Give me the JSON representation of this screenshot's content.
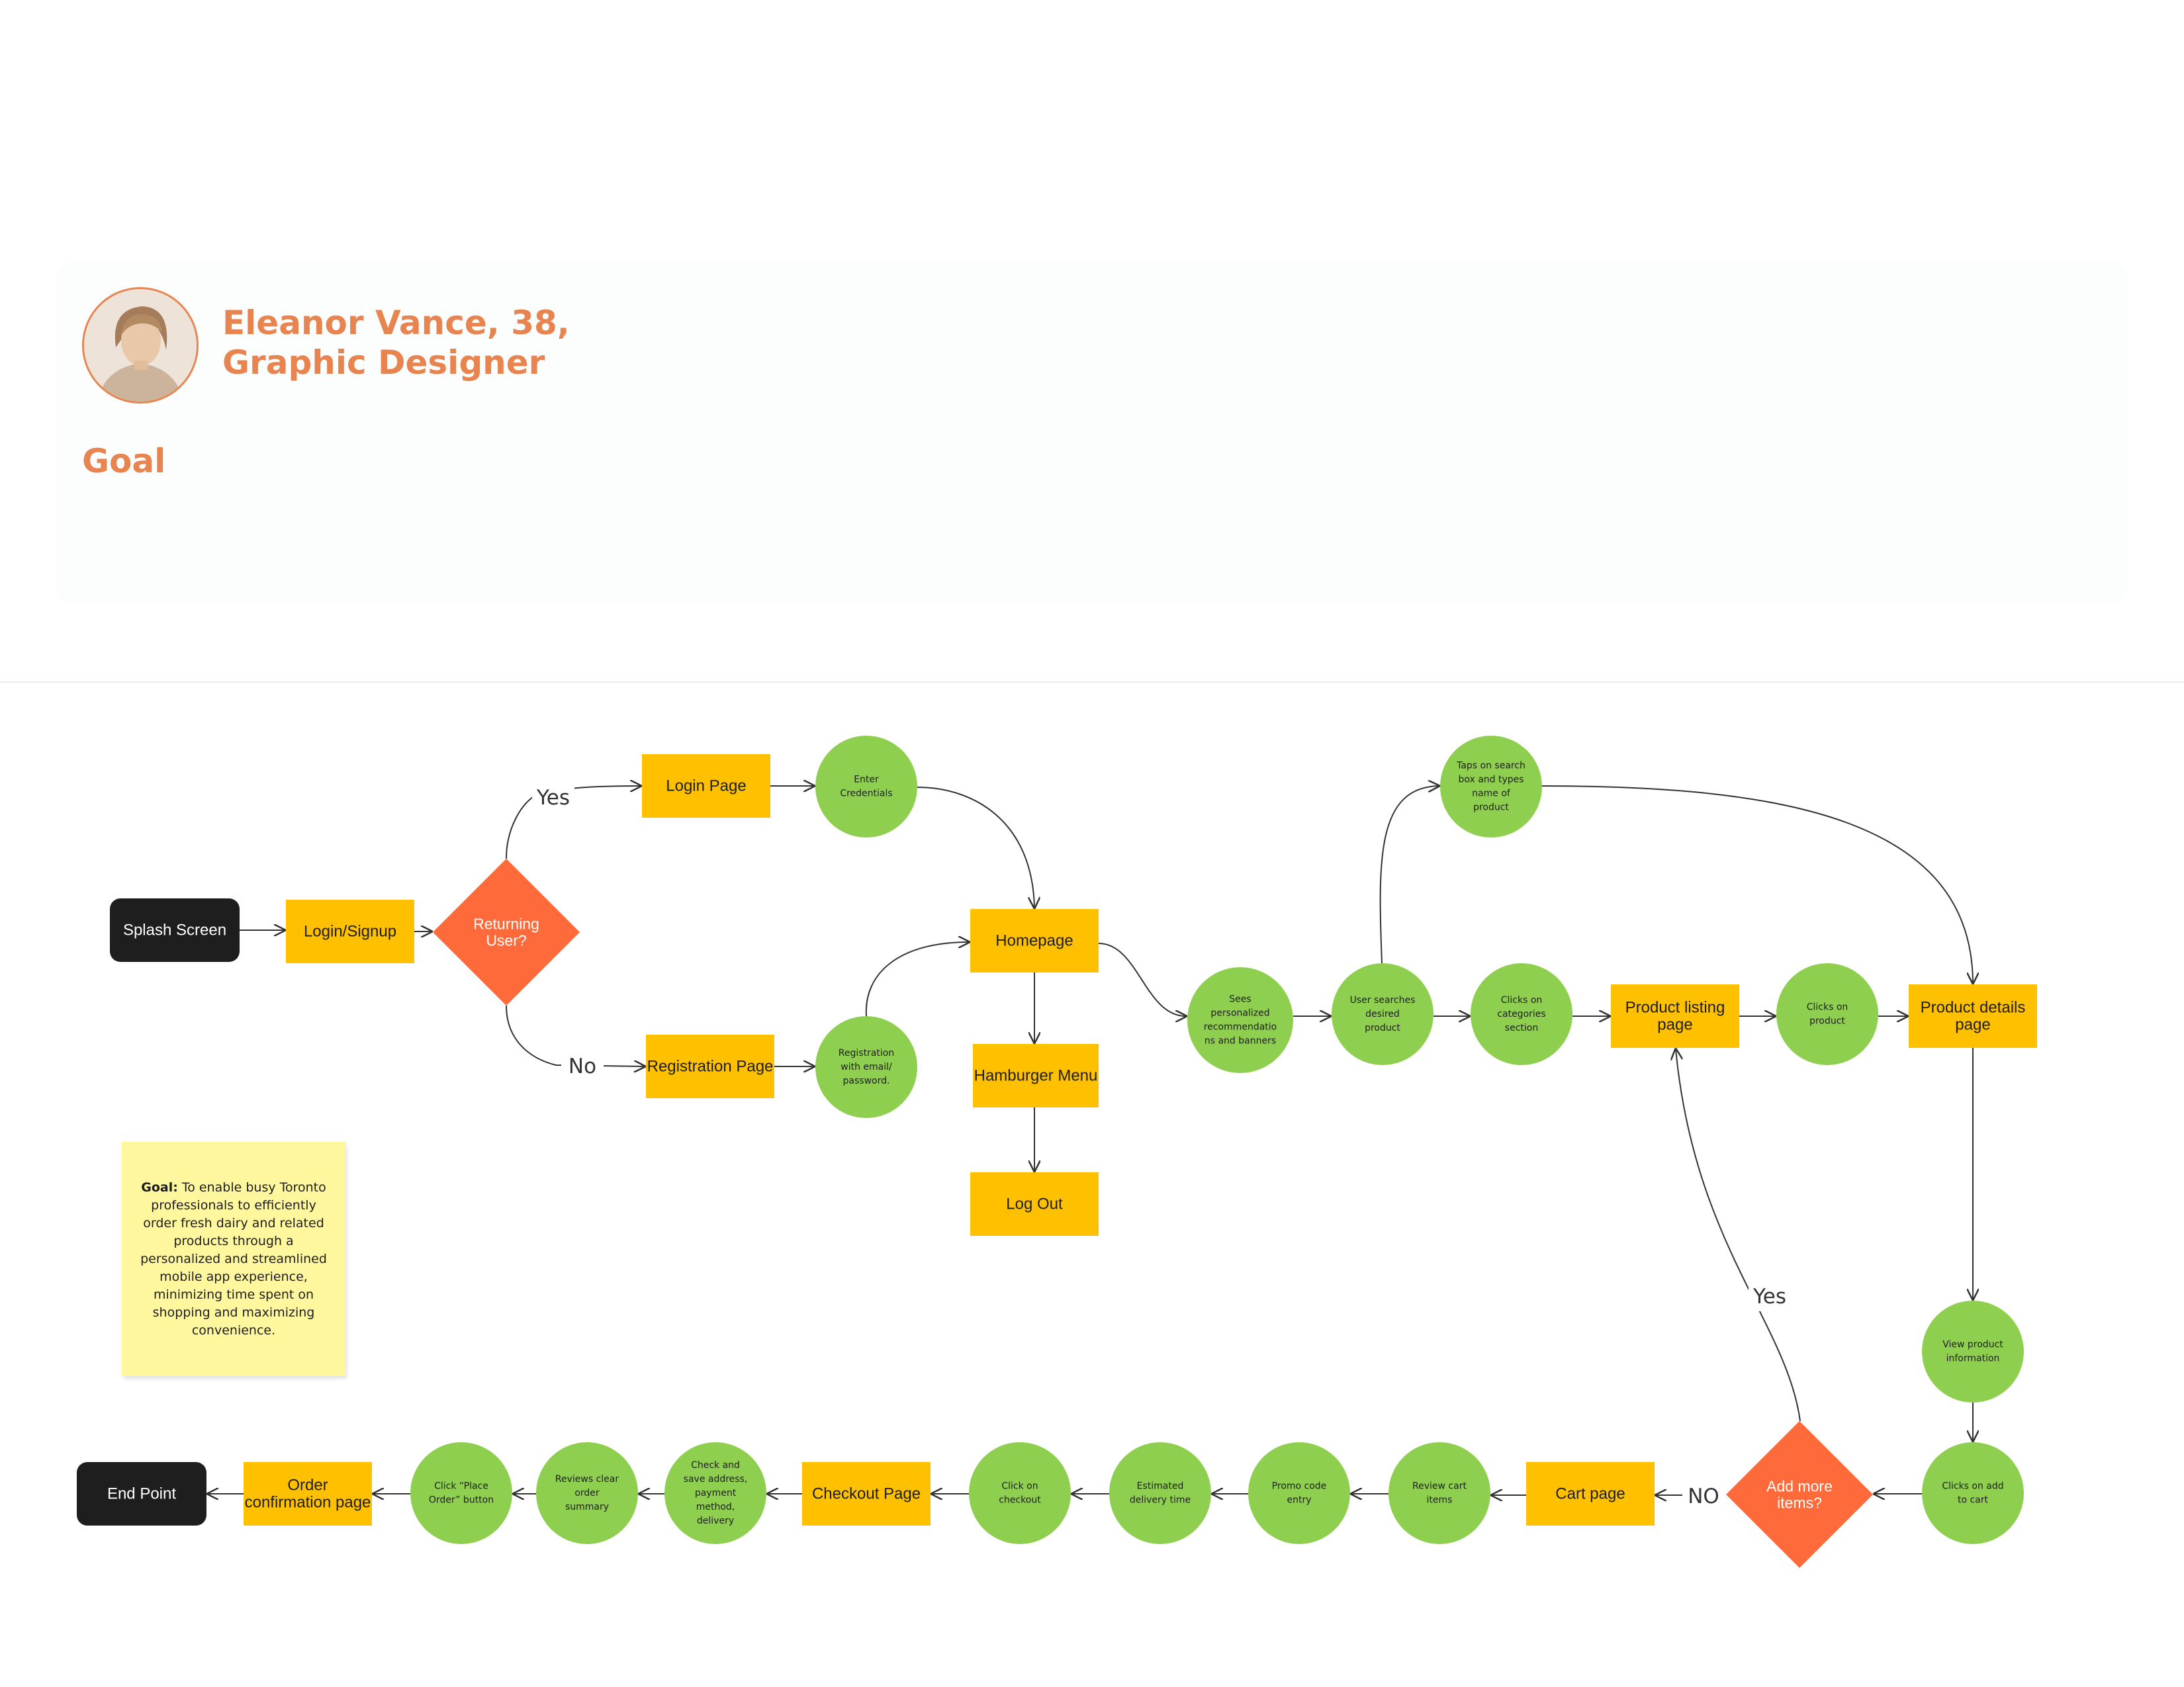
{
  "persona": {
    "name_line1": "Eleanor Vance, 38,",
    "name_line2": "Graphic Designer",
    "goal_heading": "Goal"
  },
  "sticky_note": {
    "bold": "Goal:",
    "text": " To enable busy Toronto professionals to efficiently order fresh dairy and related products through a personalized and streamlined mobile app experience, minimizing time spent on shopping and maximizing convenience."
  },
  "colors": {
    "accent": "#e8844f",
    "page_box": "#ffc000",
    "action_circle": "#8fcf4f",
    "decision": "#ff6a3a",
    "terminal": "#1e1e1e",
    "sticky": "#fff79e"
  },
  "nodes": [
    {
      "id": "splash",
      "kind": "terminal",
      "lines": [
        "Splash Screen"
      ]
    },
    {
      "id": "login_signup",
      "kind": "page",
      "lines": [
        "Login/Signup"
      ]
    },
    {
      "id": "returning",
      "kind": "decision",
      "lines": [
        "Returning",
        "User?"
      ]
    },
    {
      "id": "login_page",
      "kind": "page",
      "lines": [
        "Login Page"
      ]
    },
    {
      "id": "enter_credentials",
      "kind": "action",
      "lines": [
        "Enter",
        "Credentials"
      ]
    },
    {
      "id": "registration_page",
      "kind": "page",
      "lines": [
        "Registration Page"
      ]
    },
    {
      "id": "registration_email",
      "kind": "action",
      "lines": [
        "Registration",
        "with email/",
        "password."
      ]
    },
    {
      "id": "homepage",
      "kind": "page",
      "lines": [
        "Homepage"
      ]
    },
    {
      "id": "hamburger",
      "kind": "page",
      "lines": [
        "Hamburger Menu"
      ]
    },
    {
      "id": "logout",
      "kind": "page",
      "lines": [
        "Log Out"
      ]
    },
    {
      "id": "sees_personalized",
      "kind": "action",
      "lines": [
        "Sees",
        "personalized",
        "recommendatio",
        "ns and banners"
      ]
    },
    {
      "id": "user_searches",
      "kind": "action",
      "lines": [
        "User searches",
        "desired",
        "product"
      ]
    },
    {
      "id": "taps_search",
      "kind": "action",
      "lines": [
        "Taps on search",
        "box and types",
        "name of",
        "product"
      ]
    },
    {
      "id": "clicks_categories",
      "kind": "action",
      "lines": [
        "Clicks on",
        "categories",
        "section"
      ]
    },
    {
      "id": "product_listing",
      "kind": "page",
      "lines": [
        "Product listing",
        "page"
      ]
    },
    {
      "id": "clicks_product",
      "kind": "action",
      "lines": [
        "Clicks on",
        "product"
      ]
    },
    {
      "id": "product_details",
      "kind": "page",
      "lines": [
        "Product details",
        "page"
      ]
    },
    {
      "id": "view_info",
      "kind": "action",
      "lines": [
        "View product",
        "information"
      ]
    },
    {
      "id": "add_to_cart",
      "kind": "action",
      "lines": [
        "Clicks on add",
        "to cart"
      ]
    },
    {
      "id": "add_more",
      "kind": "decision",
      "lines": [
        "Add more",
        "items?"
      ]
    },
    {
      "id": "cart_page",
      "kind": "page",
      "lines": [
        "Cart page"
      ]
    },
    {
      "id": "review_cart",
      "kind": "action",
      "lines": [
        "Review cart",
        "items"
      ]
    },
    {
      "id": "promo_code",
      "kind": "action",
      "lines": [
        "Promo code",
        "entry"
      ]
    },
    {
      "id": "estimated_delivery",
      "kind": "action",
      "lines": [
        "Estimated",
        "delivery time"
      ]
    },
    {
      "id": "click_checkout",
      "kind": "action",
      "lines": [
        "Click on",
        "checkout"
      ]
    },
    {
      "id": "checkout_page",
      "kind": "page",
      "lines": [
        "Checkout Page"
      ]
    },
    {
      "id": "check_save",
      "kind": "action",
      "lines": [
        "Check and",
        "save address,",
        "payment",
        "method,",
        "delivery"
      ]
    },
    {
      "id": "reviews_summary",
      "kind": "action",
      "lines": [
        "Reviews clear",
        "order",
        "summary"
      ]
    },
    {
      "id": "place_order",
      "kind": "action",
      "lines": [
        "Click “Place",
        "Order” button"
      ]
    },
    {
      "id": "order_confirmation",
      "kind": "page",
      "lines": [
        "Order",
        "confirmation page"
      ]
    },
    {
      "id": "end_point",
      "kind": "terminal",
      "lines": [
        "End Point"
      ]
    }
  ],
  "edge_labels": {
    "yes_top": "Yes",
    "no_left": "No",
    "yes_loop": "Yes",
    "no_cart": "NO"
  }
}
